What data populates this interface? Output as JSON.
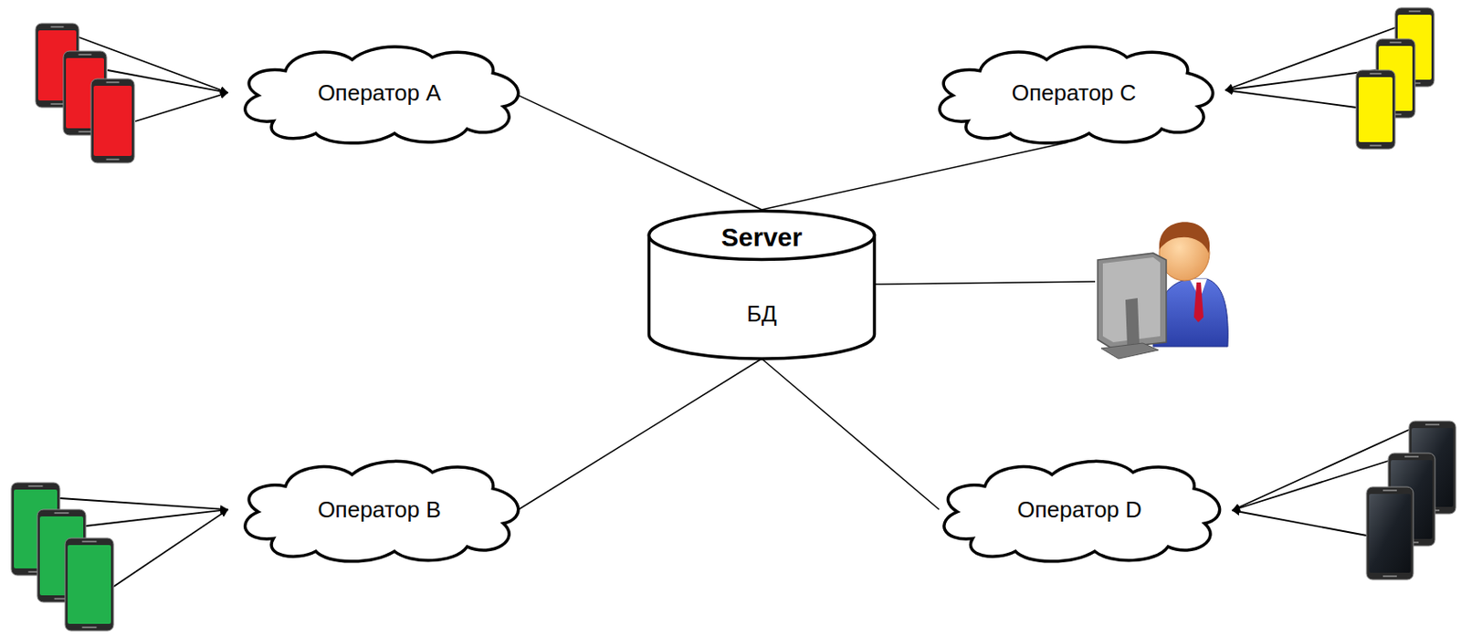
{
  "diagram": {
    "nodes": [
      {
        "text": [
          "Оператор A"
        ]
      },
      {
        "text": [
          "Оператор C"
        ]
      },
      {
        "text": [
          "Server",
          "БД"
        ]
      },
      {
        "text": [
          "Оператор B"
        ]
      },
      {
        "text": [
          "Оператор D"
        ]
      }
    ],
    "edges": [
      {
        "from": 2,
        "to": 0,
        "arrow": "none"
      },
      {
        "from": 2,
        "to": 1,
        "arrow": "none"
      },
      {
        "from": 2,
        "to": 3,
        "arrow": "none"
      },
      {
        "from": 2,
        "to": 4,
        "arrow": "none"
      }
    ]
  }
}
